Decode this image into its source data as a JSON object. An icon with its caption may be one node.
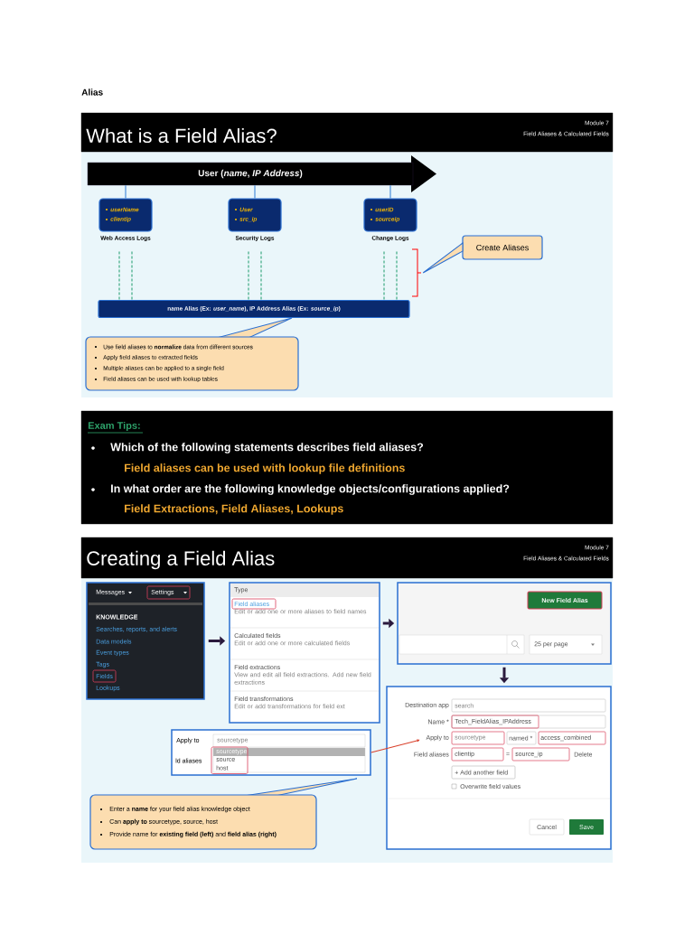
{
  "diagram": {
    "title": "Alias",
    "nodes": [
      {
        "text": [
          "User (*name*, *IP Address*)"
        ]
      },
      {
        "text": [
          "userName",
          "clientip"
        ],
        "beside": [
          "Web Access Logs"
        ]
      },
      {
        "text": [
          "User",
          "src_ip"
        ],
        "beside": [
          "Security Logs"
        ]
      },
      {
        "text": [
          "userID",
          "sourceip"
        ],
        "beside": [
          "Change Logs"
        ]
      },
      {
        "text": [
          "name Alias (Ex: *user_name*), IP Address Alias (Ex: *source_ip*)"
        ]
      },
      {
        "text": [
          "Create Aliases"
        ]
      },
      {
        "text": [
          "Use field aliases to **normalize** data from different sources",
          "Apply field aliases to extracted fields",
          "Multiple aliases can be applied to a single field",
          "Field aliases can be used with lookup tables"
        ]
      },
      {
        "text": [
          "Messages",
          "Settings",
          "KNOWLEDGE",
          "Searches, reports, and alerts",
          "Data models",
          "Event types",
          "Tags",
          "Fields",
          "Lookups"
        ]
      },
      {
        "text": [
          "Type",
          "Field aliases",
          "Edit or add one or more aliases to field names",
          "Calculated fields",
          "Edit or add one or more calculated fields",
          "Field extractions",
          "View and edit all field extractions. Add new field extractions",
          "Field transformations",
          "Edit or add transformations for field ext"
        ]
      },
      {
        "text": [
          "New Field Alias",
          "25 per page"
        ]
      },
      {
        "text": [
          "Apply to",
          "sourcetype",
          "sourcetype",
          "source",
          "host",
          "ld aliases"
        ]
      },
      {
        "text": [
          "Destination app",
          "search",
          "Name *",
          "Tech_FieldAlias_IPAddress",
          "Apply to",
          "sourcetype",
          "named *",
          "access_combined",
          "Field aliases",
          "clientip",
          "=",
          "source_ip",
          "Delete",
          "+ Add another field",
          "Overwrite field values",
          "Cancel",
          "Save"
        ]
      },
      {
        "text": [
          "Enter a **name** for your field alias knowledge object",
          "Can **apply to** sourcetype, source, host",
          "Provide name for **existing field (left)** and **field alias (right)**"
        ]
      },
      {
        "text": [],
        "shape": "bracket"
      }
    ],
    "edges": [
      {
        "from": 0,
        "to": 1,
        "arrow": "none",
        "color": "#2a7bd5"
      },
      {
        "from": 0,
        "to": 2,
        "arrow": "none",
        "color": "#2a7bd5"
      },
      {
        "from": 0,
        "to": 3,
        "arrow": "none",
        "color": "#2a7bd5"
      },
      {
        "from": 1,
        "to": 4,
        "arrow": "none",
        "style": "dashed",
        "color": "#1a9a6a"
      },
      {
        "from": 2,
        "to": 4,
        "arrow": "none",
        "style": "dashed",
        "color": "#1a9a6a"
      },
      {
        "from": 3,
        "to": 4,
        "arrow": "none",
        "style": "dashed",
        "color": "#1a9a6a"
      },
      {
        "from": 7,
        "to": 8,
        "arrow": "to",
        "style": "thick",
        "color": "#2b1a3d"
      },
      {
        "from": 8,
        "to": 9,
        "arrow": "to",
        "style": "thick",
        "color": "#2b1a3d"
      },
      {
        "from": 9,
        "to": 11,
        "arrow": "to",
        "style": "thick",
        "color": "#2b1a3d"
      },
      {
        "from": 10,
        "to": 11,
        "arrow": "to",
        "color": "#d9402b"
      },
      {
        "from": 5,
        "to": 13,
        "arrow": "none",
        "color": "#2a6fd1"
      }
    ],
    "labels": [
      "What is a Field Alias?",
      "Module 7",
      "Field Aliases & Calculated Fields",
      "Exam Tips:",
      "Which of the following statements describes field aliases?",
      "Field aliases can be used with lookup file definitions",
      "In what order are the following knowledge objects/configurations applied?",
      "Field Extractions, Field Aliases, Lookups",
      "Creating a Field Alias",
      "Module 7",
      "Field Aliases & Calculated Fields"
    ]
  }
}
